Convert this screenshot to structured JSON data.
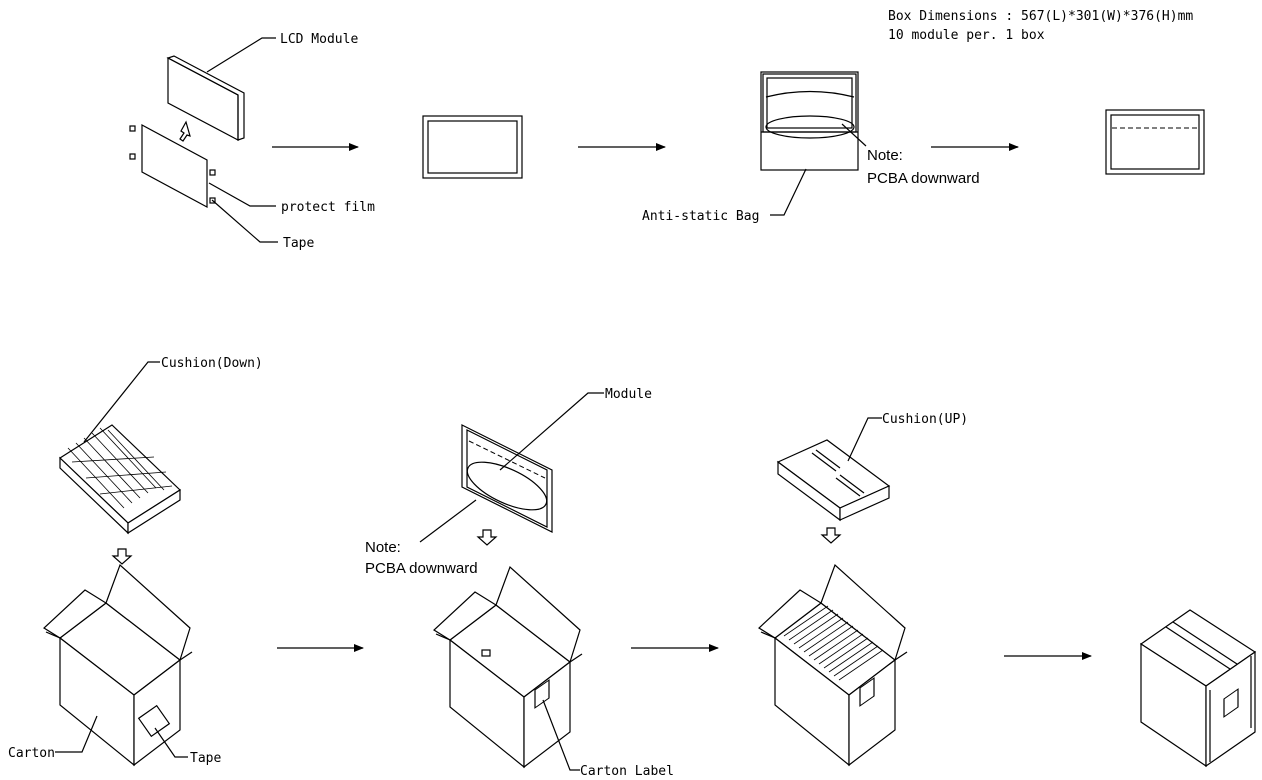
{
  "header": {
    "box_dimensions": "Box Dimensions : 567(L)*301(W)*376(H)mm",
    "module_count": "10 module per. 1 box"
  },
  "step1": {
    "lcd_module_label": "LCD Module",
    "protect_film_label": "protect film",
    "tape_label": "Tape"
  },
  "step3": {
    "bag_label": "Anti-static Bag",
    "note_title": "Note:",
    "note_text": "PCBA downward"
  },
  "row2": {
    "cushion_down_label": "Cushion(Down)",
    "module_label": "Module",
    "note_title": "Note:",
    "note_text": "PCBA downward",
    "cushion_up_label": "Cushion(UP)",
    "carton_label": "Carton",
    "tape_label": "Tape",
    "carton_label_label": "Carton Label"
  }
}
